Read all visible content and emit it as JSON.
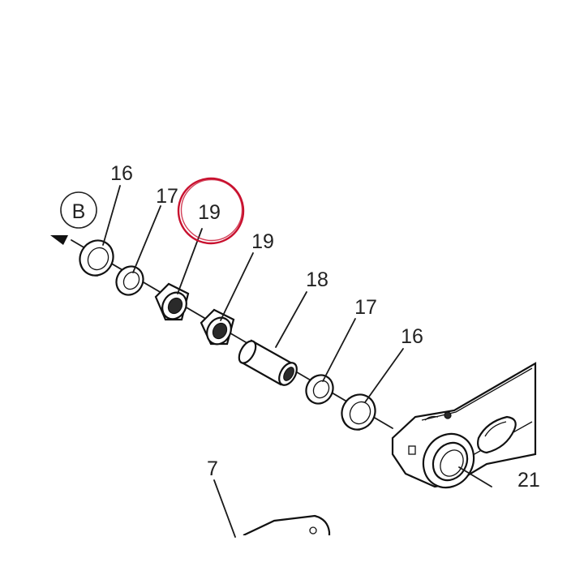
{
  "diagram": {
    "view_marker": "B",
    "highlight_color": "#c8102e",
    "line_color": "#1a1a1a",
    "callouts": [
      {
        "id": "label-16-left",
        "text": "16"
      },
      {
        "id": "label-17-left",
        "text": "17"
      },
      {
        "id": "label-19-circled",
        "text": "19"
      },
      {
        "id": "label-19-right",
        "text": "19"
      },
      {
        "id": "label-18",
        "text": "18"
      },
      {
        "id": "label-17-right",
        "text": "17"
      },
      {
        "id": "label-16-right",
        "text": "16"
      },
      {
        "id": "label-7",
        "text": "7"
      },
      {
        "id": "label-21-partial",
        "text": "21"
      }
    ]
  }
}
